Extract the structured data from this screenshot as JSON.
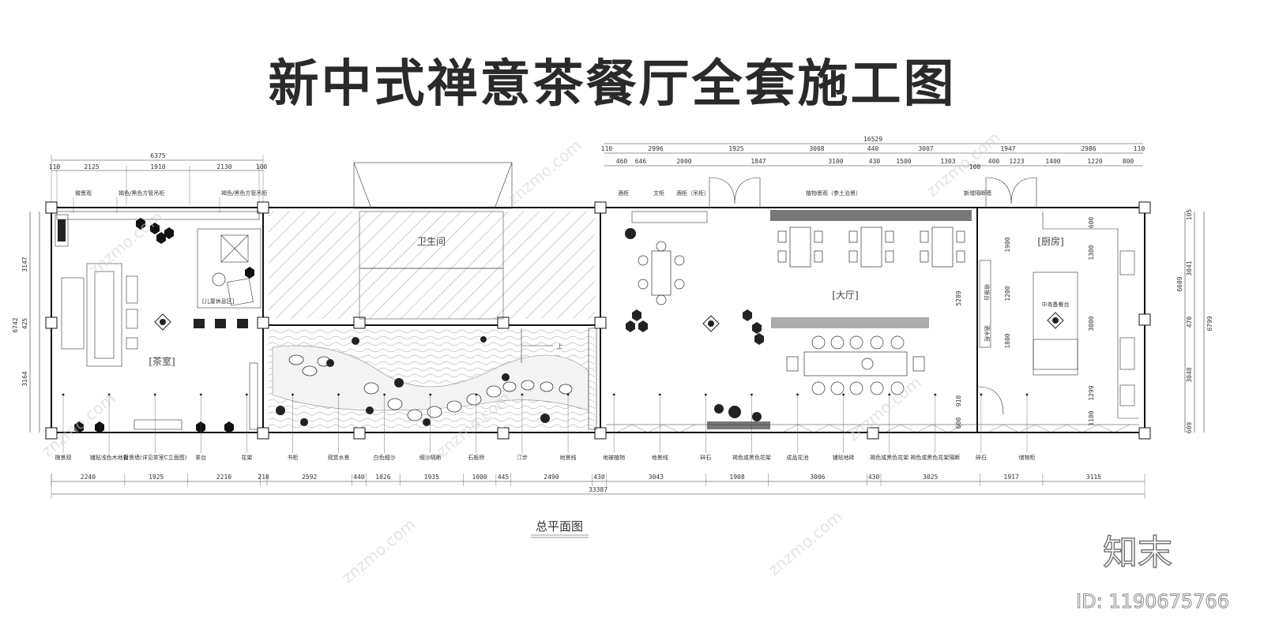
{
  "title": "新中式禅意茶餐厅全套施工图",
  "plan_name": "总平面图",
  "rooms": {
    "tea_room": "[茶室]",
    "kids": "[儿童休息区]",
    "toilet": "卫生间",
    "hall": "[大厅]",
    "kitchen": "[厨房]",
    "island": "中岛备餐台"
  },
  "dims": {
    "left_total": "6375",
    "left_segments": [
      "110",
      "2125",
      "1910",
      "2130",
      "100"
    ],
    "right_total": "16529",
    "right_top": [
      "110",
      "2996",
      "1925",
      "3008",
      "440",
      "3007",
      "1947",
      "2986",
      "110"
    ],
    "right_second": [
      "460",
      "646",
      "2000",
      "1847",
      "3100",
      "430",
      "1500",
      "1303",
      "100",
      "400",
      "1223",
      "1400",
      "1220",
      "800"
    ],
    "bottom_segments": [
      "2240",
      "1925",
      "2210",
      "210",
      "2592",
      "440",
      "1026",
      "1935",
      "1000",
      "445",
      "2490",
      "430",
      "3043",
      "1908",
      "3006",
      "430",
      "3025",
      "1917",
      "3115"
    ],
    "bottom_total": "33387",
    "left_side": [
      "3147",
      "425",
      "3164"
    ],
    "left_side_total": "6742",
    "right_side": [
      "105",
      "3041",
      "470",
      "3048",
      "609"
    ],
    "right_side_inner": [
      "600",
      "1300",
      "3000",
      "1299",
      "1100"
    ],
    "right_side_total_a": "6609",
    "right_side_total_b": "6799",
    "kitchen_inner": [
      "1900",
      "1200",
      "1800"
    ],
    "hall_mid": [
      "5289",
      "910",
      "600"
    ]
  },
  "top_labels": {
    "l1": "微景观",
    "l2": "褐色/黑色方管吊柜",
    "l3": "褐色/黑色方管吊柜",
    "r1": "酒柜",
    "r2": "文柜",
    "r3": "酒柜（吊柜）",
    "r4": "植物景观（参土治景）",
    "r5": "新增隔断墙"
  },
  "bottom_labels": [
    "微景观",
    "铺贴浅色木地板",
    "背景墙(详见茶室C立面图)",
    "茶台",
    "花架",
    "书柜",
    "观赏水景",
    "白色细沙",
    "细沙隔断",
    "石板桥",
    "汀步",
    "地景线",
    "地被植物",
    "地景线",
    "碎石",
    "褐色或黑色花架",
    "成品花池",
    "铺贴地砖",
    "褐色或黑色花架",
    "褐色或黑色花架隔断",
    "碎石",
    "储物柜"
  ],
  "kitchen_cabinets": [
    "收银台",
    "酒水柜"
  ],
  "stair_mark": "上",
  "watermark": "znzmo.com",
  "brand": "知末",
  "id_text": "ID: 1190675766"
}
